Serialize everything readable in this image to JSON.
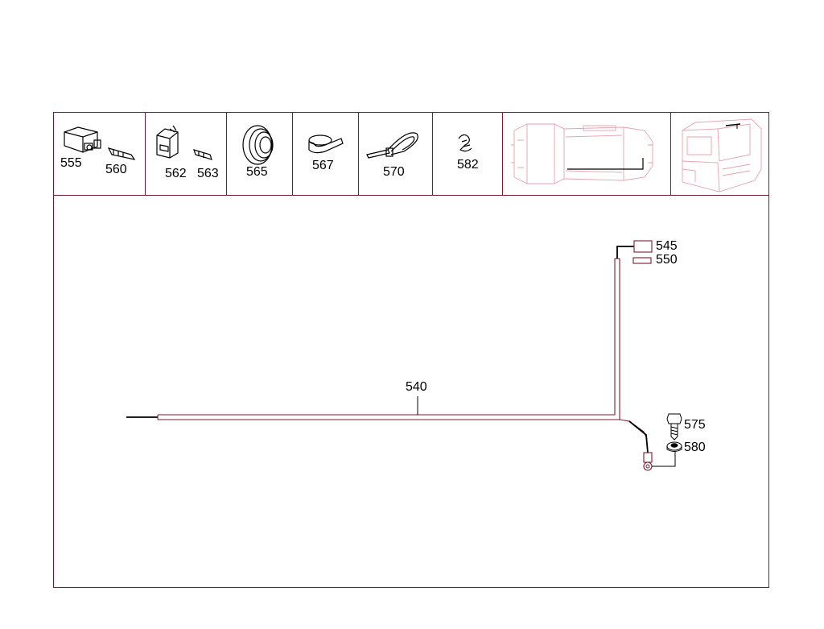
{
  "header_parts": [
    {
      "labels": [
        "555",
        "560"
      ],
      "icons": [
        "relay-connector-icon",
        "terminal-pin-icon"
      ]
    },
    {
      "labels": [
        "562",
        "563"
      ],
      "icons": [
        "connector-housing-icon",
        "terminal-pin-icon"
      ]
    },
    {
      "labels": [
        "565"
      ],
      "icons": [
        "grommet-icon"
      ]
    },
    {
      "labels": [
        "567"
      ],
      "icons": [
        "clip-icon"
      ]
    },
    {
      "labels": [
        "570"
      ],
      "icons": [
        "cable-tie-icon"
      ]
    },
    {
      "labels": [
        "582"
      ],
      "icons": [
        "spring-clip-icon"
      ]
    }
  ],
  "diagram": {
    "harness_label": "540",
    "connector_labels": [
      "545",
      "550"
    ],
    "bolt_label": "575",
    "washer_label": "580"
  },
  "colors": {
    "frame": "#7a1b2e",
    "line": "#000000",
    "pink": "#e8a0b0"
  }
}
